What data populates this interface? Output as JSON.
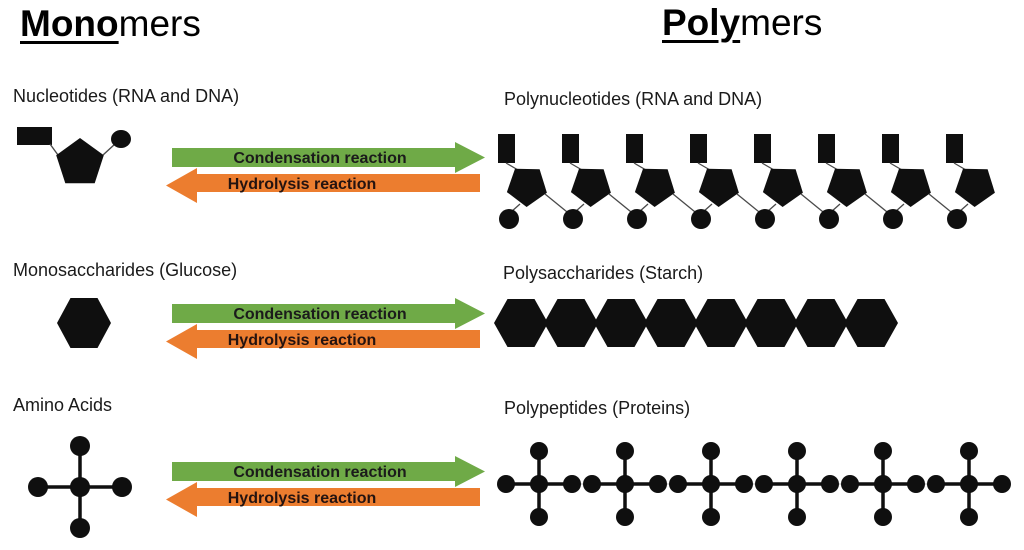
{
  "title_left": {
    "bold": "Mono",
    "rest": "mers"
  },
  "title_right": {
    "bold": "Poly",
    "rest": "mers"
  },
  "arrows": {
    "condensation_label": "Condensation reaction",
    "hydrolysis_label": "Hydrolysis reaction"
  },
  "colors": {
    "condensation_green": "#6faa47",
    "hydrolysis_orange": "#ec7d2f",
    "shape_black": "#0f0f0f",
    "connector_gray": "#c8c8c8",
    "condensation_text": "#1b1b1b",
    "hydrolysis_text": "#241310"
  },
  "rows": [
    {
      "monomer_label": "Nucleotides (RNA and DNA)",
      "polymer_label": "Polynucleotides (RNA and DNA)",
      "monomer_shape": "nucleotide (rectangle base, pentagon sugar, circle phosphate)",
      "polymer_units": 8
    },
    {
      "monomer_label": "Monosaccharides (Glucose)",
      "polymer_label": "Polysaccharides (Starch)",
      "monomer_shape": "hexagon",
      "polymer_units": 8
    },
    {
      "monomer_label": "Amino Acids",
      "polymer_label": "Polypeptides (Proteins)",
      "monomer_shape": "cross of circles",
      "polymer_units": 6
    }
  ]
}
